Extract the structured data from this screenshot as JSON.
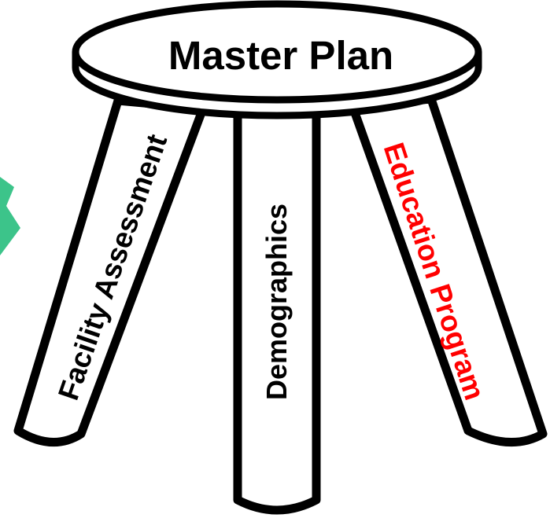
{
  "seat": {
    "label": "Master Plan"
  },
  "legs": {
    "left": {
      "label": "Facility Assessment"
    },
    "center": {
      "label": "Demographics"
    },
    "right": {
      "label": "Education Program"
    }
  },
  "colors": {
    "outline": "#000000",
    "fill": "#ffffff",
    "text": "#000000",
    "highlight_text": "#ff0000",
    "accent_shape": "#3cc48a"
  }
}
